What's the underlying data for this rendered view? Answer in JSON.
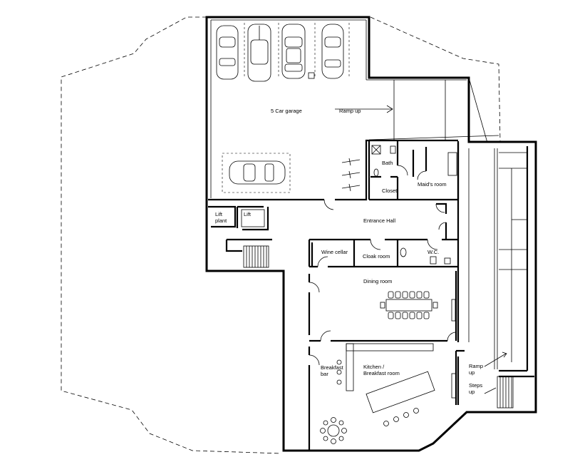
{
  "rooms": {
    "garage": "5 Car garage",
    "ramp_up_garage": "Ramp up",
    "bath": "Bath",
    "closet": "Closet",
    "maids_room": "Maid's room",
    "lift_plant_1": "Lift",
    "lift_plant_2": "plant",
    "lift": "Lift",
    "entrance_hall": "Entrance Hall",
    "wine_cellar": "Wine cellar",
    "cloak_room": "Cloak room",
    "wc": "W.C.",
    "dining_room": "Dining room",
    "breakfast_bar_1": "Breakfast",
    "breakfast_bar_2": "bar",
    "kitchen_1": "Kitchen /",
    "kitchen_2": "Breakfast room",
    "ramp_up_side_1": "Ramp",
    "ramp_up_side_2": "up",
    "steps_up_1": "Steps",
    "steps_up_2": "up"
  }
}
